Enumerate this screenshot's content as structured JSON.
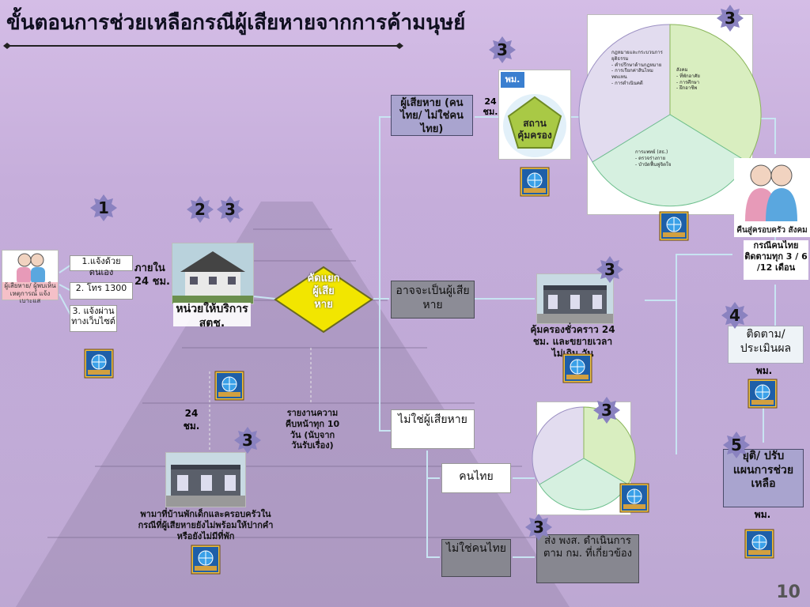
{
  "title": "ขั้นตอนการช่วยเหลือกรณีผู้เสียหายจากการค้ามนุษย์",
  "page_number": "10",
  "steps": {
    "s1": "1",
    "s2": "2",
    "s3a": "3",
    "s3b": "3",
    "s3c": "3",
    "s3d": "3",
    "s3e": "3",
    "s3f": "3",
    "s3g": "3",
    "s4": "4",
    "s5": "5"
  },
  "left_victim_label": "ผู้เสียหาย/ ผู้พบเห็นเหตุการณ์ แจ้งเบาะแส",
  "report_channels": [
    "1.แจ้งด้วยตนเอง",
    "2. โทร 1300",
    "3. แจ้งผ่านทางเว็บไซต์"
  ],
  "within_24": "ภายใน 24 ชม.",
  "service_unit": "หน่วยให้บริการ สตช.",
  "screen_diamond": "คัดแยกผู้เสียหาย",
  "victim_box": "ผู้เสียหาย (คนไทย/ ไม่ใช่คนไทย)",
  "h24_top": "24 ชม.",
  "pm_badge": "พม.",
  "shelter_label": "สถานคุ้มครอง",
  "maybe_victim": "อาจจะเป็นผู้เสียหาย",
  "temp_shelter": "คุ้มครองชั่วคราว 24 ชม. และขยายเวลาไม่เกิน วัน",
  "not_victim": "ไม่ใช่ผู้เสียหาย",
  "thai": "คนไทย",
  "non_thai": "ไม่ใช่คนไทย",
  "refer": "ส่ง พงส. ดำเนินการตาม กม. ที่เกี่ยวข้อง",
  "report_progress": "รายงานความคืบหน้าทุก 10 วัน (นับจากวันรับเรื่อง)",
  "h24_mid": "24 ชม.",
  "bottom_note": "พามาที่บ้านพักเด็กและครอบครัวในกรณีที่ผู้เสียหายยังไม่พร้อมให้ปากคำ หรือยังไม่มีที่พัก",
  "family_return": "คืนสู่ครอบครัว สังคม",
  "followup_freq": "กรณีคนไทย ติดตามทุก 3 / 6 /12 เดือน",
  "followup": "ติดตาม/ ประเมินผล",
  "pm1": "พม.",
  "end_box": "ยุติ/ ปรับแผนการช่วยเหลือ",
  "pm2": "พม.",
  "cycle_top_left": [
    "กฎหมายและกระบวนการยุติธรรม",
    "- คำปรึกษาด้านกฎหมาย",
    "- การเรียกค่าสินไหมทดแทน",
    "- การดำเนินคดี"
  ],
  "cycle_top_right": [
    "สังคม",
    "- ที่พักอาศัย",
    "- การศึกษา",
    "- ฝึกอาชีพ"
  ],
  "cycle_bottom": [
    "การแพทย์ (สธ.)",
    "- ตรวจร่างกาย",
    "- บำบัดฟื้นฟูจิตใจ"
  ],
  "colors": {
    "accent": "#7a6fb0",
    "gray_box": "#878790",
    "star": "#8a82c0",
    "diamond": "#f2e600"
  }
}
